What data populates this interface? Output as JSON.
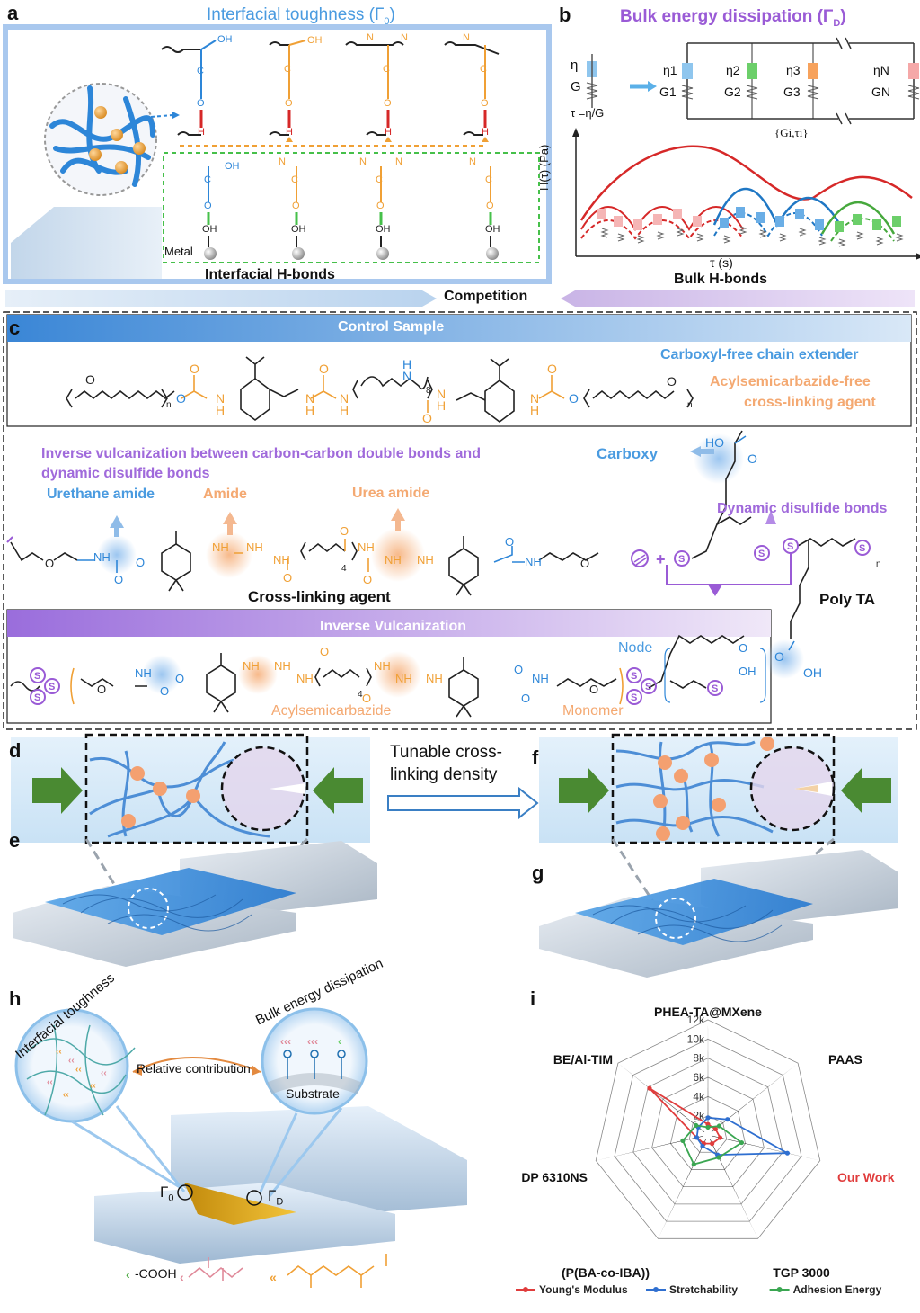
{
  "panels": {
    "a": "a",
    "b": "b",
    "c": "c",
    "d": "d",
    "e": "e",
    "f": "f",
    "g": "g",
    "h": "h",
    "i": "i"
  },
  "panel_a": {
    "title": "Interfacial toughness (Γ",
    "title_sub": "0",
    "title_end": ")",
    "metal_label": "Metal",
    "footer": "Interfacial H-bonds",
    "oh": "OH",
    "o": "O",
    "h": "H",
    "c": "C",
    "n": "N"
  },
  "panel_b": {
    "title": "Bulk energy dissipation (Γ",
    "title_sub": "D",
    "title_end": ")",
    "eta": "η",
    "g": "G",
    "tau_eq": "τ =η/G",
    "eta_labels": [
      "η1",
      "η2",
      "η3",
      "ηN"
    ],
    "g_labels": [
      "G1",
      "G2",
      "G3",
      "GN"
    ],
    "set_label": "{Gi,τi}",
    "y_axis": "H(τ) (Pa)",
    "x_axis": "τ (s)",
    "footer": "Bulk H-bonds",
    "colors": {
      "red": "#d62828",
      "blue": "#1f77c4",
      "green": "#46a83c",
      "orange": "#f08a3c"
    }
  },
  "competition": "Competition",
  "panel_c": {
    "control_title": "Control Sample",
    "carboxyl_free": "Carboxyl-free chain extender",
    "acyl_free_1": "Acylsemicarbazide-free",
    "acyl_free_2": "cross-linking agent",
    "inverse_text_1": "Inverse vulcanization between carbon-carbon double bonds and",
    "inverse_text_2": "dynamic disulfide bonds",
    "urethane": "Urethane amide",
    "amide": "Amide",
    "urea": "Urea amide",
    "carboxy": "Carboxy",
    "disulfide": "Dynamic disulfide bonds",
    "crosslink_agent": "Cross-linking agent",
    "poly_ta": "Poly TA",
    "iv_title": "Inverse Vulcanization",
    "node": "Node",
    "acylsemicarbazide": "Acylsemicarbazide",
    "monomer": "Monomer",
    "n8": "8",
    "n4": "4",
    "ho": "HO",
    "s": "S",
    "oh": "OH",
    "nh": "NH",
    "n": "n"
  },
  "panel_df": {
    "tunable_1": "Tunable cross-",
    "tunable_2": "linking density"
  },
  "panel_h": {
    "interfacial": "Interfacial toughness",
    "bulk": "Bulk energy dissipation",
    "relative": "Relative contribution",
    "substrate": "Substrate",
    "gamma0": "Γ",
    "gamma0_sub": "0",
    "gammaD": "Γ",
    "gammaD_sub": "D",
    "cooh": "-COOH"
  },
  "chart_data": {
    "type": "radar",
    "axes": [
      "PHEA-TA@MXene",
      "PAAS",
      "Our Work",
      "TGP 3000",
      "(P(BA-co-IBA))",
      "DP 6310NS",
      "BE/Al-TIM"
    ],
    "ticks": [
      "2k",
      "4k",
      "6k",
      "8k",
      "10k",
      "12k"
    ],
    "rmax": 12000,
    "series": [
      {
        "name": "Young's Modulus",
        "color": "#e03c3c",
        "values": [
          1100,
          1000,
          1300,
          1000,
          1000,
          1200,
          7800
        ]
      },
      {
        "name": "Stretchability",
        "color": "#2f6fd0",
        "values": [
          1800,
          2600,
          8500,
          2300,
          1300,
          1200,
          1300
        ]
      },
      {
        "name": "Adhesion Energy",
        "color": "#3aa651",
        "values": [
          800,
          1500,
          3600,
          2600,
          3400,
          2700,
          1600
        ]
      }
    ],
    "highlight_axis": "Our Work",
    "highlight_color": "#e03c3c"
  }
}
